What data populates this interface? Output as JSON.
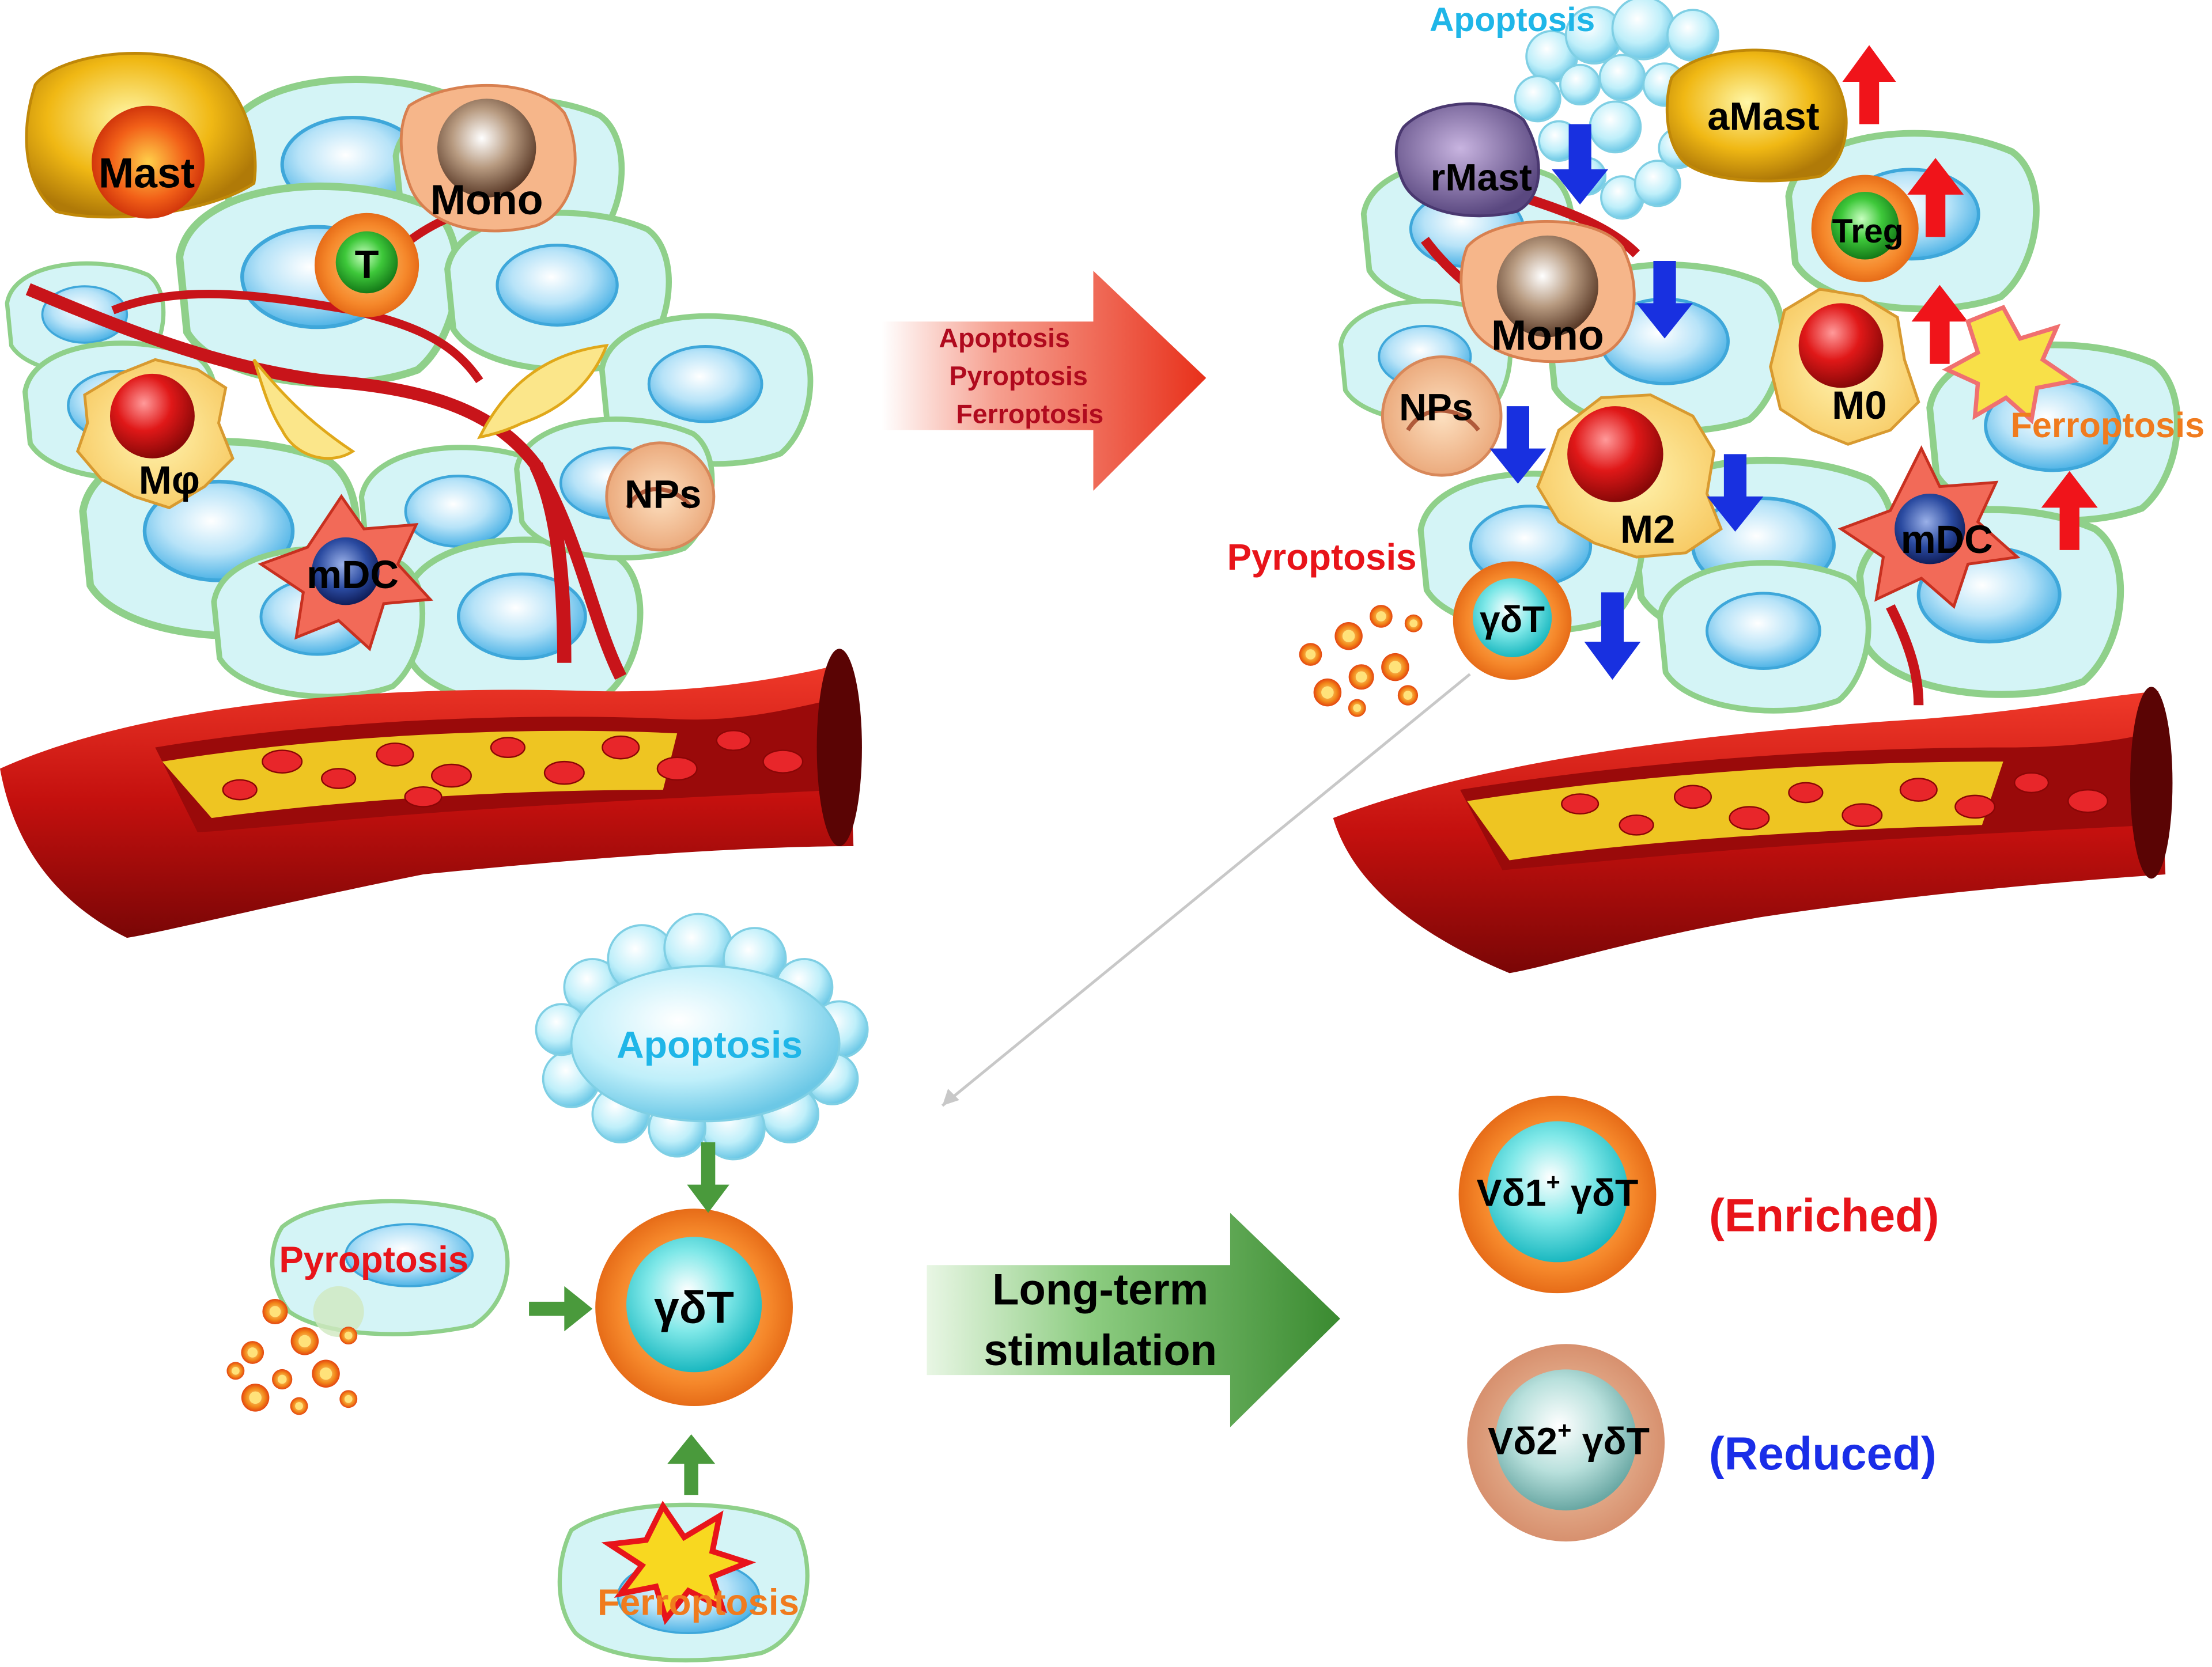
{
  "left_panel": {
    "cells": {
      "mast": "Mast",
      "mono": "Mono",
      "t_cell": "T",
      "macrophage": "Mφ",
      "mdc": "mDC",
      "nps": "NPs"
    }
  },
  "middle_arrow": {
    "line1": "Apoptosis",
    "line2": "Pyroptosis",
    "line3": "Ferroptosis"
  },
  "right_panel": {
    "apoptosis": "Apoptosis",
    "ferroptosis": "Ferroptosis",
    "pyroptosis": "Pyroptosis",
    "cells": {
      "rmast": "rMast",
      "amast": "aMast",
      "treg": "Treg",
      "mono": "Mono",
      "m0": "M0",
      "nps": "NPs",
      "m2": "M2",
      "mdc": "mDC",
      "gdt": "γδT"
    }
  },
  "bottom_panel": {
    "apoptosis": "Apoptosis",
    "pyroptosis": "Pyroptosis",
    "ferroptosis": "Ferroptosis",
    "gdt": "γδT",
    "arrow_line1": "Long-term",
    "arrow_line2": "stimulation",
    "vd1_prefix": "Vδ1",
    "vd1_suffix": " γδT",
    "vd2_prefix": "Vδ2",
    "vd2_suffix": " γδT",
    "plus": "+",
    "enriched": "(Enriched)",
    "reduced": "(Reduced)"
  },
  "colors": {
    "tissue_fill": "#d4f4f6",
    "tissue_stroke": "#8fd08a",
    "nucleus": "#a9dcf6",
    "vessel": "#d4161c",
    "apoptosis_text": "#1fb6e8",
    "pyroptosis_text": "#e8141a",
    "ferroptosis_text": "#f07b1e",
    "up_arrow": "#f0141a",
    "down_arrow": "#1830e0",
    "green_arrow": "#4a9a3c",
    "enriched": "#e8141a",
    "reduced": "#1a2ee8"
  },
  "icons": [
    "up-arrow-icon",
    "down-arrow-icon",
    "burst-icon",
    "granule-icon"
  ]
}
